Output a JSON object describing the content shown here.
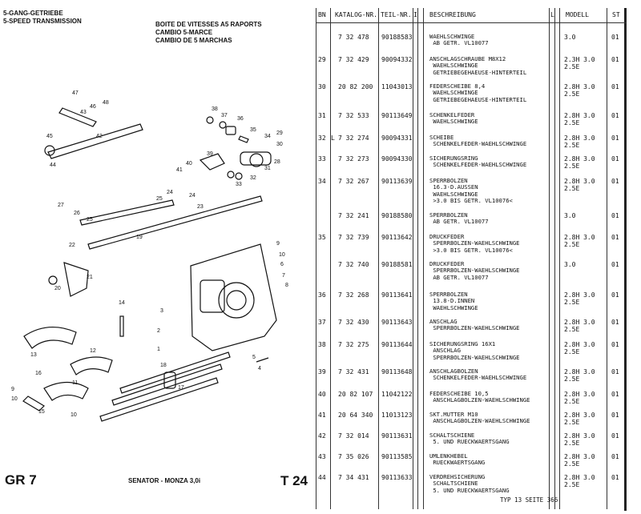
{
  "header": {
    "left_line1": "5-GANG-GETRIEBE",
    "left_line2": "5-SPEED TRANSMISSION",
    "mid_line1": "BOITE DE VITESSES A5 RAPORTS",
    "mid_line2": "CAMBIO 5-MARCE",
    "mid_line3": "CAMBIO DE 5 MARCHAS"
  },
  "footer": {
    "group": "GR 7",
    "model": "SENATOR - MONZA 3,0i",
    "page": "T 24",
    "typ": "TYP 13 SEITE  366"
  },
  "table": {
    "columns": [
      "BN",
      "KATALOG-NR.",
      "TEIL-NR.",
      "I",
      "BESCHREIBUNG",
      "L",
      "MODELL",
      "ST"
    ],
    "rows": [
      {
        "bn": "",
        "l": "",
        "kat": "7 32 478",
        "teil": "90188583",
        "desc": "WAEHLSCHWINGE\n AB GETR. VL10077",
        "m1": "3.0",
        "m2": "",
        "st": "01"
      },
      {
        "bn": "29",
        "l": "",
        "kat": "7 32 429",
        "teil": "90094332",
        "desc": "ANSCHLAGSCHRAUBE M8X12\n WAEHLSCHWINGE\n GETRIEBEGEHAEUSE-HINTERTEIL",
        "m1": "2.3H 3.0",
        "m2": "2.5E",
        "st": "01"
      },
      {
        "bn": "30",
        "l": "",
        "kat": "20 82 200",
        "teil": "11043013",
        "desc": "FEDERSCHEIBE 8,4\n WAEHLSCHWINGE\n GETRIEBEGEHAEUSE-HINTERTEIL",
        "m1": "2.8H 3.0",
        "m2": "2.5E",
        "st": "01"
      },
      {
        "bn": "31",
        "l": "",
        "kat": "7 32 533",
        "teil": "90113649",
        "desc": "SCHENKELFEDER\n WAEHLSCHWINGE",
        "m1": "2.8H 3.0",
        "m2": "2.5E",
        "st": "01"
      },
      {
        "bn": "32",
        "l": "L",
        "kat": "7 32 274",
        "teil": "90094331",
        "desc": "SCHEIBE\n SCHENKELFEDER-WAEHLSCHWINGE",
        "m1": "2.8H 3.0",
        "m2": "2.5E",
        "st": "01"
      },
      {
        "bn": "33",
        "l": "",
        "kat": "7 32 273",
        "teil": "90094330",
        "desc": "SICHERUNGSRING\n SCHENKELFEDER-WAEHLSCHWINGE",
        "m1": "2.8H 3.0",
        "m2": "2.5E",
        "st": "01"
      },
      {
        "bn": "34",
        "l": "",
        "kat": "7 32 267",
        "teil": "90113639",
        "desc": "SPERRBOLZEN\n 16.3-D.AUSSEN\n WAEHLSCHWINGE\n >3.0 BIS GETR. VL10076<",
        "m1": "2.8H 3.0",
        "m2": "2.5E",
        "st": "01"
      },
      {
        "bn": "",
        "l": "",
        "kat": "7 32 241",
        "teil": "90188580",
        "desc": "SPERRBOLZEN\n AB GETR. VL10077",
        "m1": "3.0",
        "m2": "",
        "st": "01"
      },
      {
        "bn": "35",
        "l": "",
        "kat": "7 32 739",
        "teil": "90113642",
        "desc": "DRUCKFEDER\n SPERRBOLZEN-WAEHLSCHWINGE\n >3.0 BIS GETR. VL10076<",
        "m1": "2.8H 3.0",
        "m2": "2.5E",
        "st": "01"
      },
      {
        "bn": "",
        "l": "",
        "kat": "7 32 740",
        "teil": "90188581",
        "desc": "DRUCKFEDER\n SPERRBOLZEN-WAEHLSCHWINGE\n AB GETR. VL10077",
        "m1": "3.0",
        "m2": "",
        "st": "01"
      },
      {
        "bn": "36",
        "l": "",
        "kat": "7 32 268",
        "teil": "90113641",
        "desc": "SPERRBOLZEN\n 13.8-D.INNEN\n WAEHLSCHWINGE",
        "m1": "2.8H 3.0",
        "m2": "2.5E",
        "st": "01"
      },
      {
        "bn": "37",
        "l": "",
        "kat": "7 32 430",
        "teil": "90113643",
        "desc": "ANSCHLAG\n SPERRBOLZEN-WAEHLSCHWINGE",
        "m1": "2.8H 3.0",
        "m2": "2.5E",
        "st": "01"
      },
      {
        "bn": "38",
        "l": "",
        "kat": "7 32 275",
        "teil": "90113644",
        "desc": "SICHERUNGSRING 16X1\n ANSCHLAG\n SPERRBOLZEN-WAEHLSCHWINGE",
        "m1": "2.8H 3.0",
        "m2": "2.5E",
        "st": "01"
      },
      {
        "bn": "39",
        "l": "",
        "kat": "7 32 431",
        "teil": "90113648",
        "desc": "ANSCHLAGBOLZEN\n SCHENKELFEDER-WAEHLSCHWINGE",
        "m1": "2.8H 3.0",
        "m2": "2.5E",
        "st": "01"
      },
      {
        "bn": "40",
        "l": "",
        "kat": "20 82 107",
        "teil": "11042122",
        "desc": "FEDERSCHEIBE 10,5\n ANSCHLAGBOLZEN-WAEHLSCHWINGE",
        "m1": "2.8H 3.0",
        "m2": "2.5E",
        "st": "01"
      },
      {
        "bn": "41",
        "l": "",
        "kat": "20 64 340",
        "teil": "11013123",
        "desc": "SKT.MUTTER M10\n ANSCHLAGBOLZEN-WAEHLSCHWINGE",
        "m1": "2.8H 3.0",
        "m2": "2.5E",
        "st": "01"
      },
      {
        "bn": "42",
        "l": "",
        "kat": "7 32 014",
        "teil": "90113631",
        "desc": "SCHALTSCHIENE\n 5. UND RUECKWAERTSGANG",
        "m1": "2.8H 3.0",
        "m2": "2.5E",
        "st": "01"
      },
      {
        "bn": "43",
        "l": "",
        "kat": "7 35 026",
        "teil": "90113585",
        "desc": "UMLENKHEBEL\n RUECKWAERTSGANG",
        "m1": "2.8H 3.0",
        "m2": "2.5E",
        "st": "01"
      },
      {
        "bn": "44",
        "l": "",
        "kat": "7 34 431",
        "teil": "90113633",
        "desc": "VERDREHSICHERUNG\n SCHALTSCHIENE\n 5. UND RUECKWAERTSGANG",
        "m1": "2.8H 3.0",
        "m2": "2.5E",
        "st": "01"
      }
    ]
  },
  "diagram": {
    "callouts": [
      "1",
      "2",
      "3",
      "4",
      "5",
      "6",
      "7",
      "8",
      "9",
      "10",
      "11",
      "12",
      "13",
      "14",
      "15",
      "16",
      "17",
      "18",
      "19",
      "20",
      "21",
      "22",
      "23",
      "24",
      "25",
      "26",
      "27",
      "28",
      "29",
      "30",
      "31",
      "32",
      "33",
      "34",
      "35",
      "36",
      "37",
      "38",
      "39",
      "40",
      "41",
      "42",
      "43",
      "44",
      "45",
      "46",
      "47",
      "48"
    ]
  }
}
